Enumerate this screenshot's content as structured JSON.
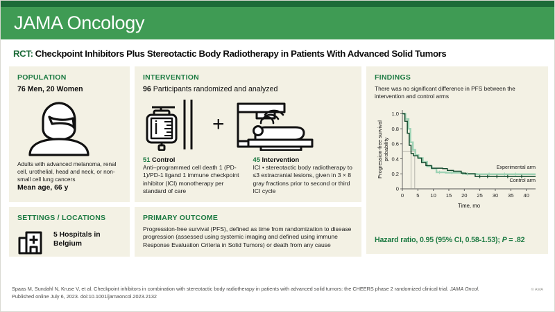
{
  "masthead": {
    "title": "JAMA Oncology"
  },
  "article": {
    "kicker": "RCT:",
    "title": "Checkpoint Inhibitors Plus Stereotactic Body Radiotherapy in Patients With Advanced Solid Tumors"
  },
  "population": {
    "heading": "POPULATION",
    "counts": "76 Men, 20 Women",
    "icon": "person-avatar-icon",
    "description": "Adults with advanced melanoma, renal cell, urothelial, head and neck, or non-small cell lung cancers",
    "mean_age": "Mean age, 66 y"
  },
  "intervention": {
    "heading": "INTERVENTION",
    "participants_number": "96",
    "participants_text": " Participants randomized and analyzed",
    "plus": "+",
    "control": {
      "number": "51",
      "label": " Control",
      "icon": "iv-drip-bag-icon",
      "text": "Anti–programmed cell death 1 (PD-1)/PD-1 ligand 1 immune checkpoint inhibitor (ICI) monotherapy per standard of care"
    },
    "experimental": {
      "number": "45",
      "label": " Intervention",
      "icon": "radiotherapy-machine-icon",
      "text": "ICI • stereotactic body radiotherapy to ≤3 extracranial lesions, given in 3 × 8 gray fractions prior to second or third ICI cycle"
    }
  },
  "settings": {
    "heading": "SETTINGS / LOCATIONS",
    "icon": "hospital-icon",
    "label": "5 Hospitals in Belgium"
  },
  "outcome": {
    "heading": "PRIMARY OUTCOME",
    "text": "Progression-free survival (PFS), defined as time from randomization to disease progression (assessed using systemic imaging and defined using immune Response Evaluation Criteria in Solid Tumors) or death from any cause"
  },
  "findings": {
    "heading": "FINDINGS",
    "lead": "There was no significant difference in PFS between the intervention and control arms",
    "hazard_ratio": "Hazard ratio, 0.95 (95% CI, 0.58-1.53); ",
    "hazard_ratio_p_italic": "P",
    "hazard_ratio_p_rest": " = .82"
  },
  "footer": {
    "citation": "Spaas M, Sundahl N, Kruse V, et al. Checkpoint inhibitors in combination with stereotactic body radiotherapy in patients with advanced solid tumors: the CHEERS phase 2 randomized clinical trial. ",
    "journal_italic": "JAMA Oncol.",
    "citation_rest": " Published online July 6, 2023. doi:10.1001/jamaoncol.2023.2132",
    "mark": "© AMA"
  },
  "colors": {
    "brand_dark_green": "#1c6b38",
    "brand_green": "#3f9b54",
    "heading_green": "#1c7a42",
    "panel_bg": "#f3f1e4",
    "control_arm": "#13482c",
    "experimental_arm": "#9ed3b5"
  },
  "chart_data": {
    "type": "line",
    "title": "",
    "xlabel": "Time, mo",
    "ylabel": "Progression-free survival probability",
    "xlim": [
      0,
      43
    ],
    "ylim": [
      0,
      1.05
    ],
    "xticks": [
      0,
      5,
      10,
      15,
      20,
      25,
      30,
      35,
      40
    ],
    "yticks": [
      0,
      0.2,
      0.4,
      0.6,
      0.8,
      1.0
    ],
    "ytick_labels": [
      "0",
      "0.2",
      "0.4",
      "0.6",
      "0.8",
      "1.0"
    ],
    "grid": false,
    "legend_position": "inside-right",
    "median_marker": {
      "y": 0.5,
      "experimental_x": 4.0,
      "control_x": 2.8
    },
    "series": [
      {
        "name": "Experimental arm",
        "color": "#9ed3b5",
        "points": [
          [
            0,
            1.0
          ],
          [
            1.0,
            1.0
          ],
          [
            1.0,
            0.93
          ],
          [
            2.0,
            0.93
          ],
          [
            2.0,
            0.8
          ],
          [
            2.6,
            0.8
          ],
          [
            2.6,
            0.62
          ],
          [
            3.4,
            0.62
          ],
          [
            3.4,
            0.52
          ],
          [
            4.2,
            0.52
          ],
          [
            4.2,
            0.45
          ],
          [
            5.2,
            0.45
          ],
          [
            5.2,
            0.41
          ],
          [
            6.6,
            0.41
          ],
          [
            6.6,
            0.36
          ],
          [
            8.0,
            0.36
          ],
          [
            8.0,
            0.3
          ],
          [
            9.5,
            0.3
          ],
          [
            9.5,
            0.27
          ],
          [
            11.0,
            0.27
          ],
          [
            11.0,
            0.22
          ],
          [
            14.0,
            0.22
          ],
          [
            14.0,
            0.215
          ],
          [
            19.5,
            0.215
          ],
          [
            19.5,
            0.2
          ],
          [
            24.0,
            0.2
          ],
          [
            24.0,
            0.195
          ],
          [
            43,
            0.195
          ]
        ]
      },
      {
        "name": "Control arm",
        "color": "#13482c",
        "points": [
          [
            0,
            1.0
          ],
          [
            0.8,
            1.0
          ],
          [
            0.8,
            0.9
          ],
          [
            1.6,
            0.9
          ],
          [
            1.6,
            0.74
          ],
          [
            2.2,
            0.74
          ],
          [
            2.2,
            0.58
          ],
          [
            2.8,
            0.58
          ],
          [
            2.8,
            0.47
          ],
          [
            3.6,
            0.47
          ],
          [
            3.6,
            0.44
          ],
          [
            5.0,
            0.44
          ],
          [
            5.0,
            0.41
          ],
          [
            6.2,
            0.41
          ],
          [
            6.2,
            0.35
          ],
          [
            7.6,
            0.35
          ],
          [
            7.6,
            0.31
          ],
          [
            9.4,
            0.31
          ],
          [
            9.4,
            0.275
          ],
          [
            13.0,
            0.275
          ],
          [
            13.0,
            0.27
          ],
          [
            14.5,
            0.27
          ],
          [
            14.5,
            0.245
          ],
          [
            16.5,
            0.245
          ],
          [
            16.5,
            0.235
          ],
          [
            19.0,
            0.235
          ],
          [
            19.0,
            0.21
          ],
          [
            20.5,
            0.21
          ],
          [
            20.5,
            0.2
          ],
          [
            23.5,
            0.2
          ],
          [
            23.5,
            0.165
          ],
          [
            43,
            0.165
          ]
        ]
      }
    ],
    "censor_ticks": {
      "Control arm": [
        25.0,
        27.5,
        30.5,
        34.0,
        38.5
      ],
      "Experimental arm": [
        12.0,
        16.0,
        21.0,
        28.0,
        33.0,
        36.5
      ]
    }
  }
}
